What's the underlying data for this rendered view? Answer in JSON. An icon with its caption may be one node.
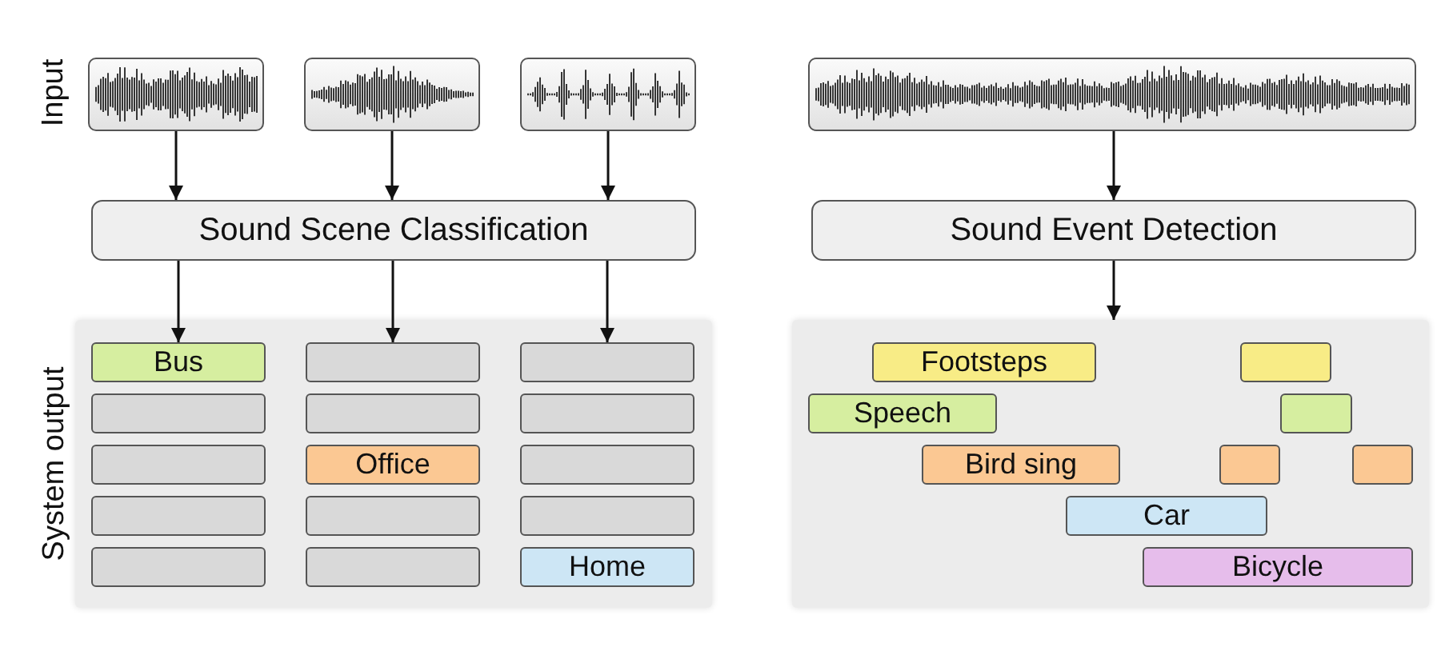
{
  "diagram": {
    "nodes": [
      {
        "text": [],
        "shape": "picture"
      },
      {
        "text": [],
        "shape": "picture"
      },
      {
        "text": [],
        "shape": "picture"
      },
      {
        "text": [],
        "shape": "picture"
      },
      {
        "text": [
          "Sound Scene Classification"
        ]
      },
      {
        "text": [
          "Sound Event Detection"
        ]
      },
      {
        "text": [],
        "shape": "box"
      },
      {
        "text": [
          "Bus"
        ],
        "in": 6
      },
      {
        "text": [],
        "shape": "box",
        "in": 6
      },
      {
        "text": [],
        "shape": "box",
        "in": 6
      },
      {
        "text": [],
        "shape": "box",
        "in": 6
      },
      {
        "text": [],
        "shape": "box",
        "in": 6
      },
      {
        "text": [],
        "shape": "box",
        "in": 6
      },
      {
        "text": [],
        "shape": "box",
        "in": 6
      },
      {
        "text": [
          "Office"
        ],
        "in": 6
      },
      {
        "text": [],
        "shape": "box",
        "in": 6
      },
      {
        "text": [],
        "shape": "box",
        "in": 6
      },
      {
        "text": [],
        "shape": "box",
        "in": 6
      },
      {
        "text": [],
        "shape": "box",
        "in": 6
      },
      {
        "text": [],
        "shape": "box",
        "in": 6
      },
      {
        "text": [],
        "shape": "box",
        "in": 6
      },
      {
        "text": [
          "Home"
        ],
        "in": 6
      },
      {
        "text": [],
        "shape": "box"
      },
      {
        "text": [
          "Footsteps"
        ],
        "in": 22
      },
      {
        "text": [],
        "shape": "box",
        "in": 22
      },
      {
        "text": [
          "Speech"
        ],
        "in": 22
      },
      {
        "text": [],
        "shape": "box",
        "in": 22
      },
      {
        "text": [
          "Bird sing"
        ],
        "in": 22
      },
      {
        "text": [],
        "shape": "box",
        "in": 22
      },
      {
        "text": [],
        "shape": "box",
        "in": 22
      },
      {
        "text": [
          "Car"
        ],
        "in": 22
      },
      {
        "text": [
          "Bicycle"
        ],
        "in": 22
      }
    ],
    "edges": [
      {
        "from": 0,
        "to": 4,
        "arrow": "to"
      },
      {
        "from": 1,
        "to": 4,
        "arrow": "to"
      },
      {
        "from": 2,
        "to": 4,
        "arrow": "to"
      },
      {
        "from": 4,
        "to": 7,
        "arrow": "to"
      },
      {
        "from": 4,
        "to": 8,
        "arrow": "to"
      },
      {
        "from": 4,
        "to": 9,
        "arrow": "to"
      },
      {
        "from": 3,
        "to": 5,
        "arrow": "to"
      },
      {
        "from": 5,
        "to": 22,
        "arrow": "to"
      }
    ],
    "labels": [
      "Input",
      "System output"
    ]
  }
}
